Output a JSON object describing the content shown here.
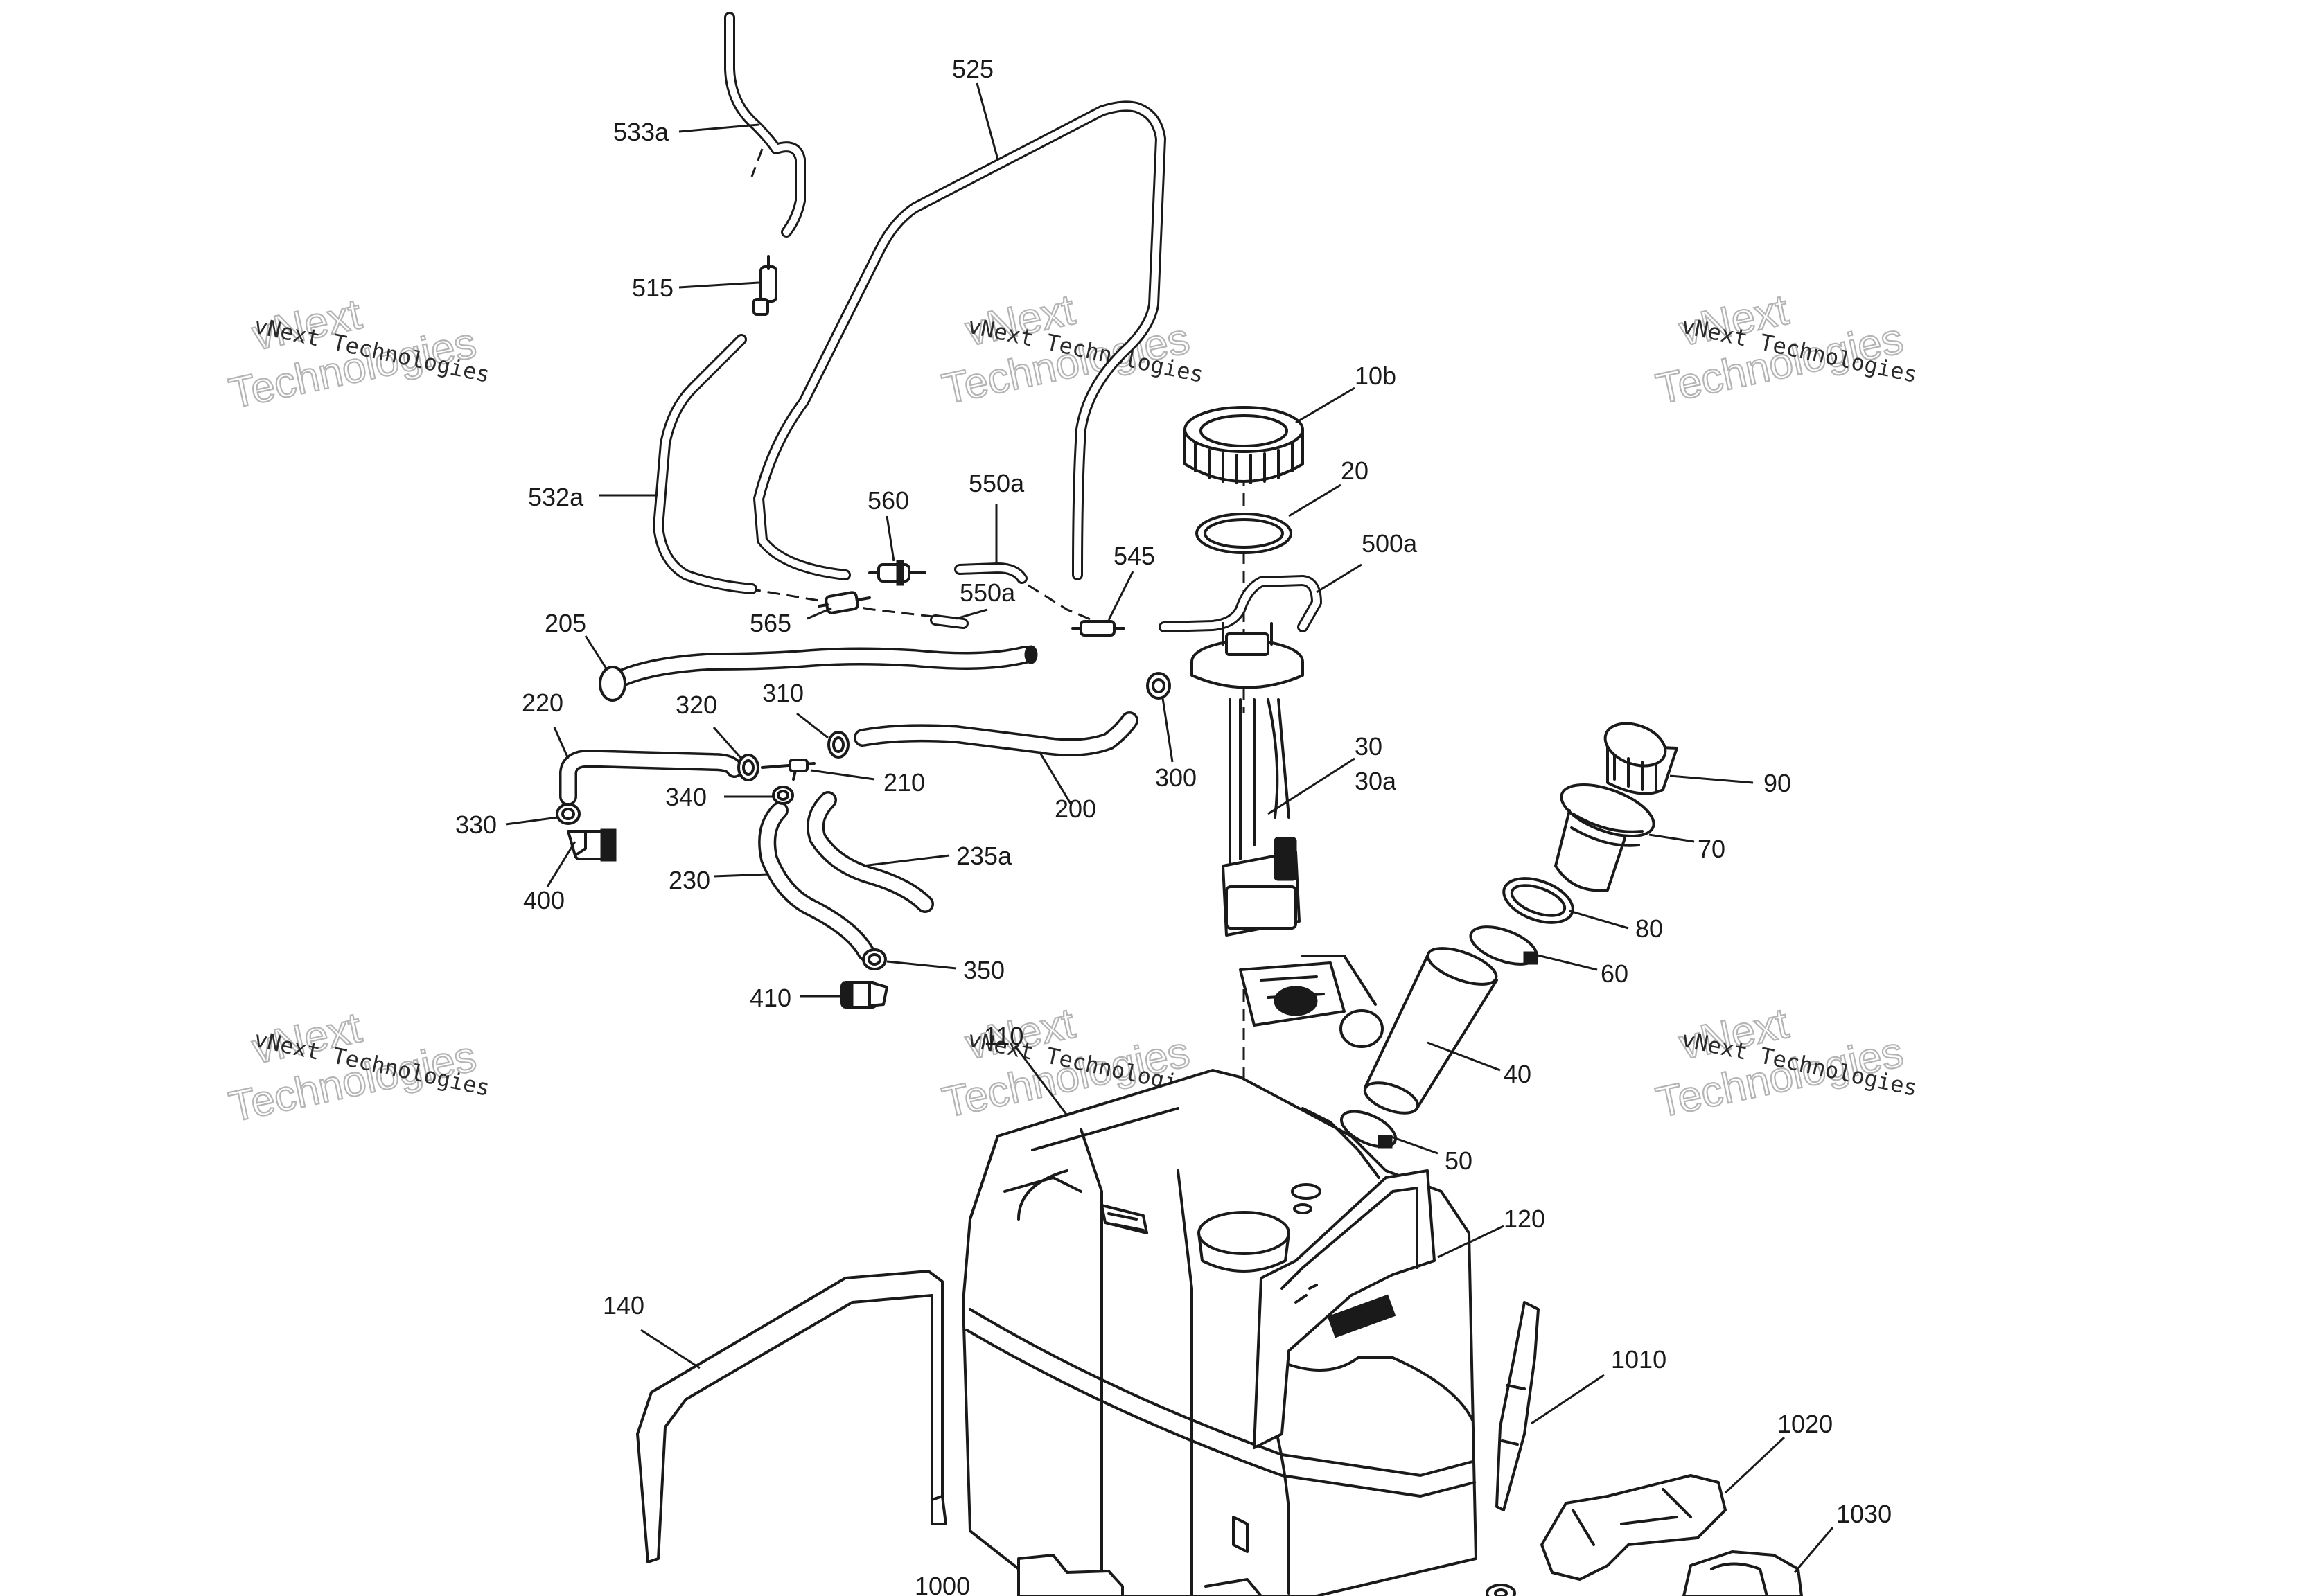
{
  "watermark": {
    "line1": "vNext",
    "line2": "Technologies",
    "combined": "vNext Technologies"
  },
  "callouts": {
    "c10b": "10b",
    "c20": "20",
    "c30": "30",
    "c30a": "30a",
    "c40": "40",
    "c50": "50",
    "c60": "60",
    "c70": "70",
    "c80": "80",
    "c90": "90",
    "c110": "110",
    "c120": "120",
    "c140": "140",
    "c200": "200",
    "c205": "205",
    "c210": "210",
    "c220": "220",
    "c230": "230",
    "c235a": "235a",
    "c300": "300",
    "c310": "310",
    "c320": "320",
    "c330": "330",
    "c340": "340",
    "c350": "350",
    "c400": "400",
    "c410": "410",
    "c500a": "500a",
    "c515": "515",
    "c525": "525",
    "c532a": "532a",
    "c533a": "533a",
    "c545": "545",
    "c550a_top": "550a",
    "c550a_bottom": "550a",
    "c560": "560",
    "c565": "565",
    "c1000": "1000",
    "c1010": "1010",
    "c1020": "1020",
    "c1030": "1030"
  }
}
